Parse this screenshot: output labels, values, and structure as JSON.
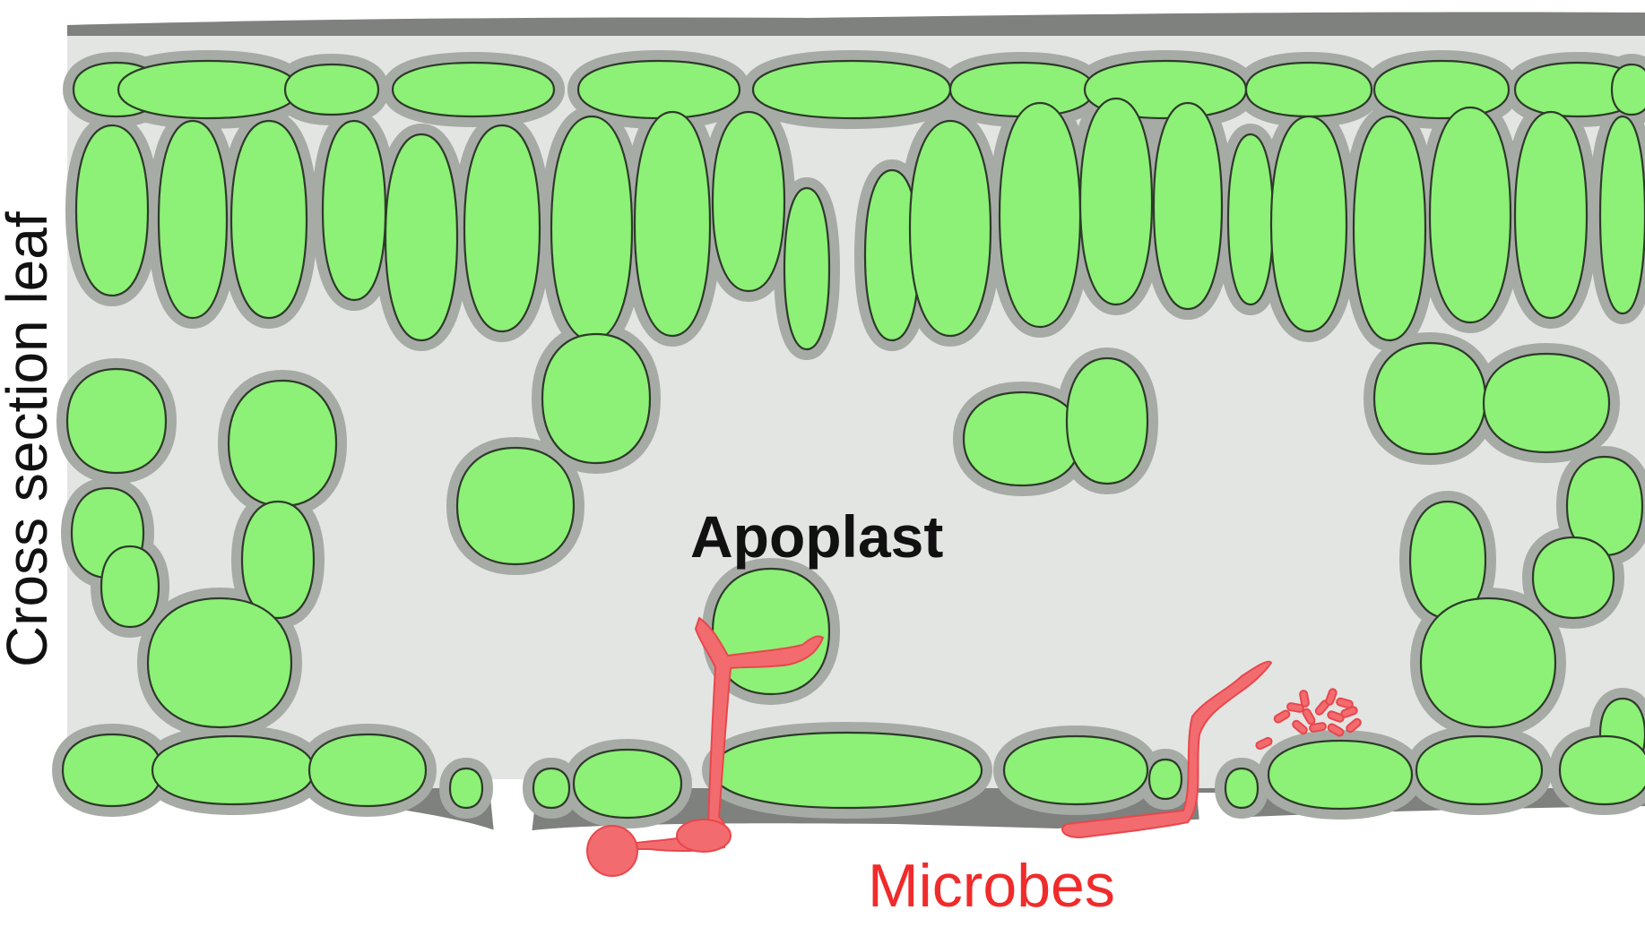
{
  "labels": {
    "side": "Cross section leaf",
    "apoplast": "Apoplast",
    "microbes": "Microbes"
  },
  "colors": {
    "cell_fill": "#8CF176",
    "cell_outline": "#2E3A2A",
    "cell_wall": "#A7ABA6",
    "epidermis_band": "#7E817D",
    "apoplast_space": "#E3E5E3",
    "microbe": "#F26B6F",
    "microbe_label": "#F02B2B"
  }
}
